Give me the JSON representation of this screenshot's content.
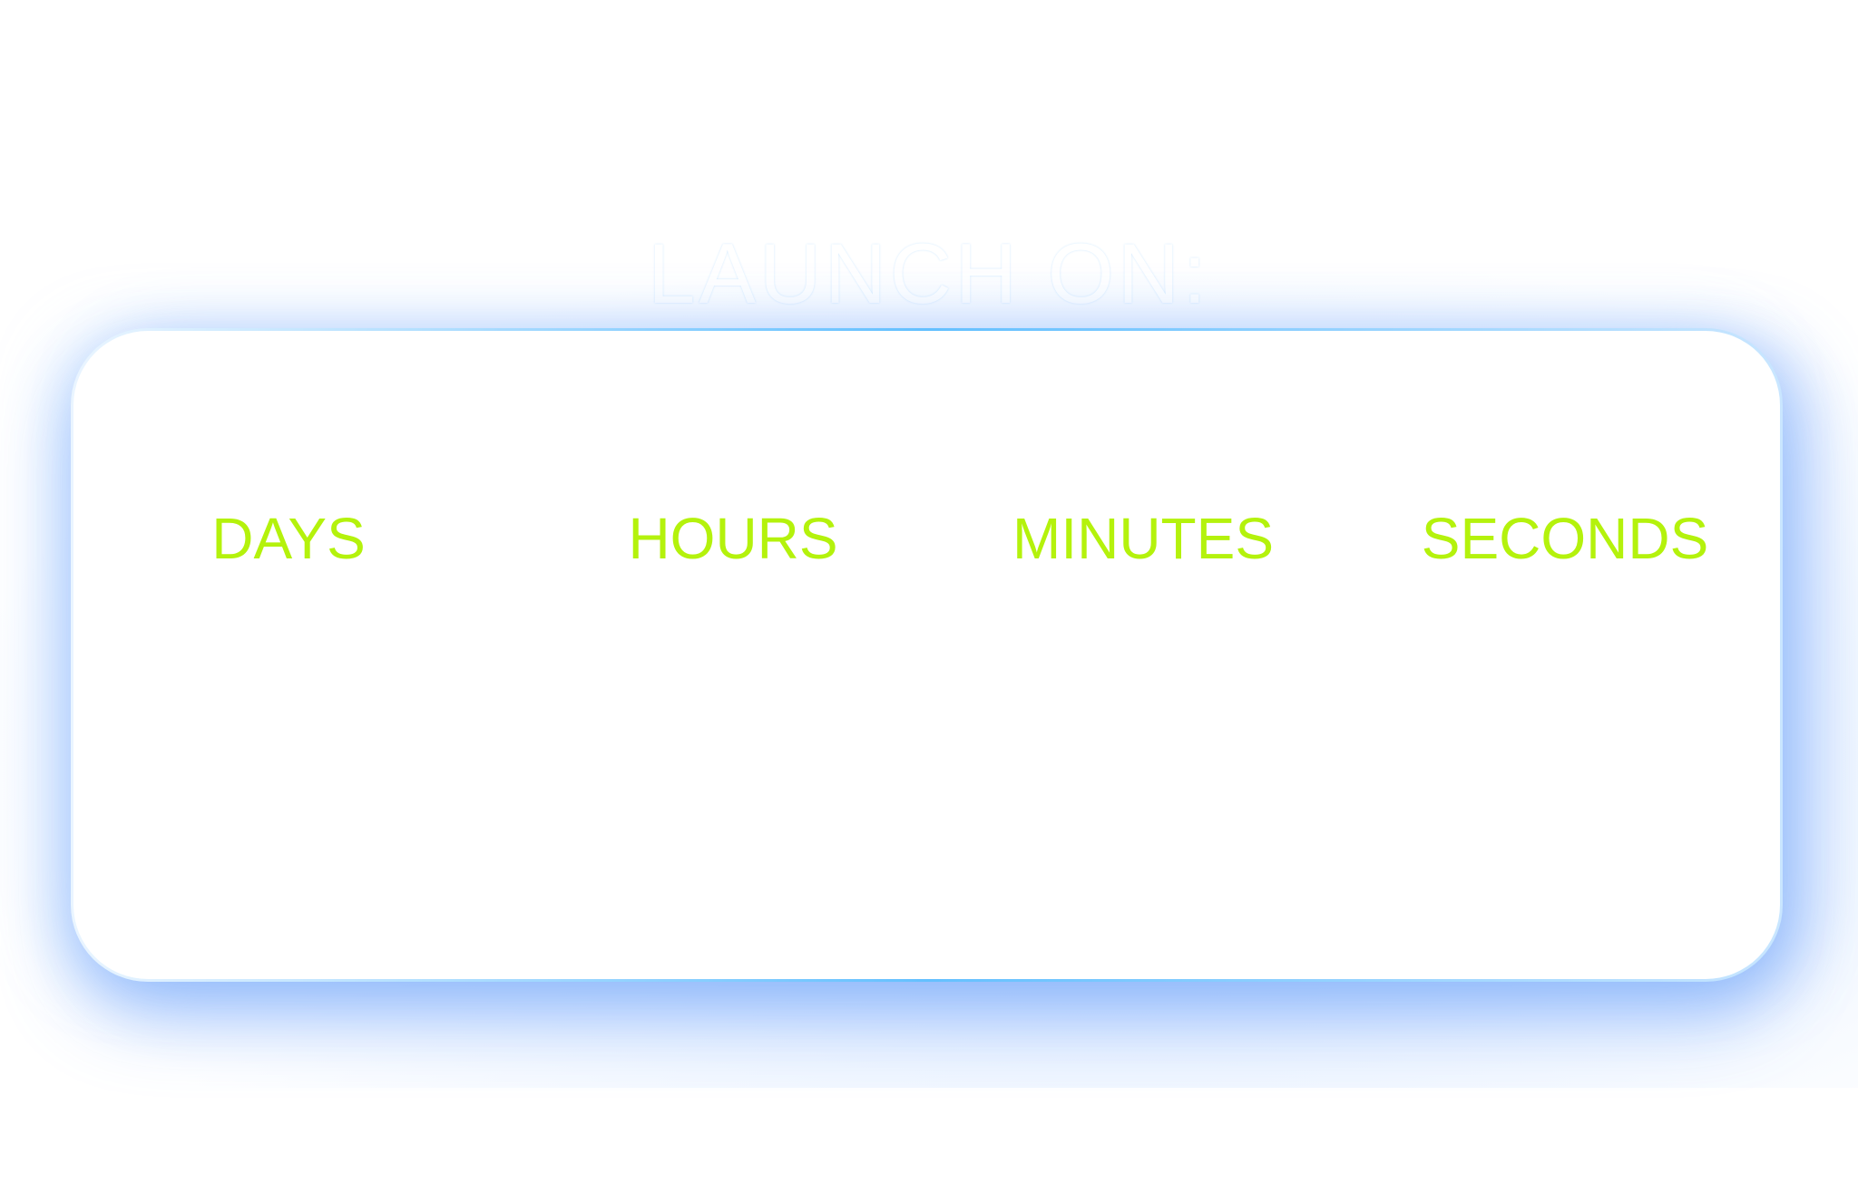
{
  "title": "LAUNCH ON:",
  "countdown": {
    "labels": [
      "DAYS",
      "HOURS",
      "MINUTES",
      "SECONDS"
    ]
  },
  "colors": {
    "label": "#b4f20c",
    "accent_glow": "#63c0ff",
    "background": "#ffffff"
  }
}
